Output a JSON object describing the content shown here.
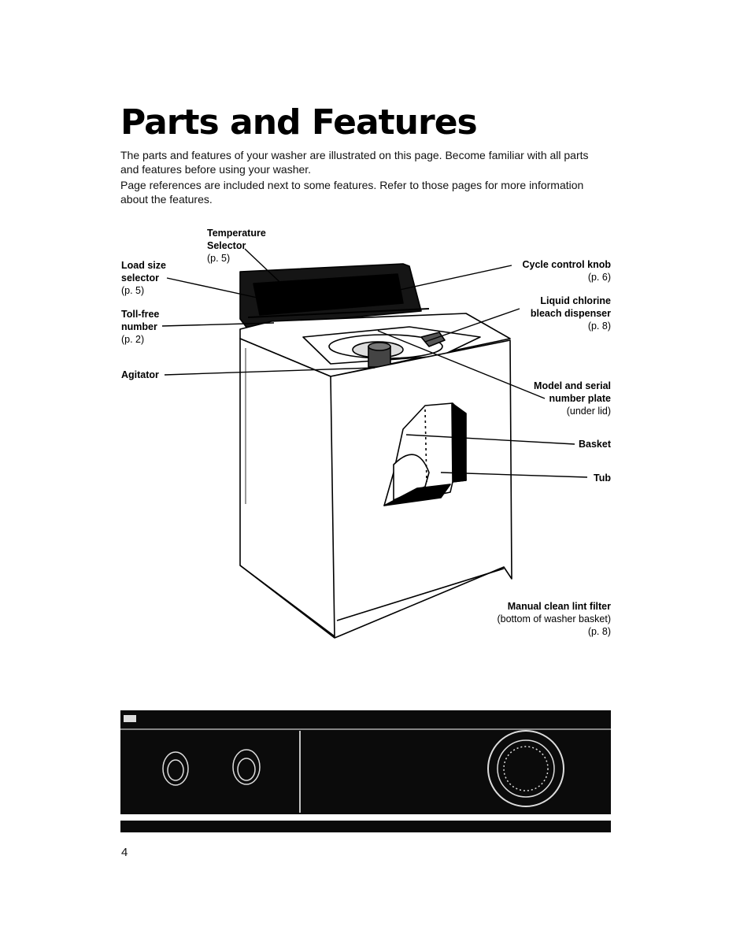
{
  "page": {
    "title": "Parts and Features",
    "intro": [
      "The parts and features of your washer are illustrated on this page. Become familiar with all parts and features before using your washer.",
      "Page references are included next to some features. Refer to those pages for more information about the features."
    ],
    "page_number": "4"
  },
  "labels": {
    "temperature_selector": {
      "name1": "Temperature",
      "name2": "Selector",
      "ref": "(p. 5)"
    },
    "load_size_selector": {
      "name1": "Load size",
      "name2": "selector",
      "ref": "(p. 5)"
    },
    "toll_free_number": {
      "name1": "Toll-free",
      "name2": "number",
      "ref": "(p. 2)"
    },
    "agitator": {
      "name": "Agitator"
    },
    "cycle_control_knob": {
      "name": "Cycle control knob",
      "ref": "(p. 6)"
    },
    "liquid_chlorine_bleach_dispenser": {
      "name1": "Liquid chlorine",
      "name2": "bleach dispenser",
      "ref": "(p. 8)"
    },
    "model_serial_plate": {
      "name1": "Model and serial",
      "name2": "number plate",
      "note": "(under lid)"
    },
    "basket": {
      "name": "Basket"
    },
    "tub": {
      "name": "Tub"
    },
    "manual_clean_lint_filter": {
      "name": "Manual clean lint filter",
      "note": "(bottom of washer basket)",
      "ref": "(p. 8)"
    }
  },
  "colors": {
    "ink": "#000000",
    "panel": "#0b0b0b",
    "paper": "#ffffff"
  }
}
